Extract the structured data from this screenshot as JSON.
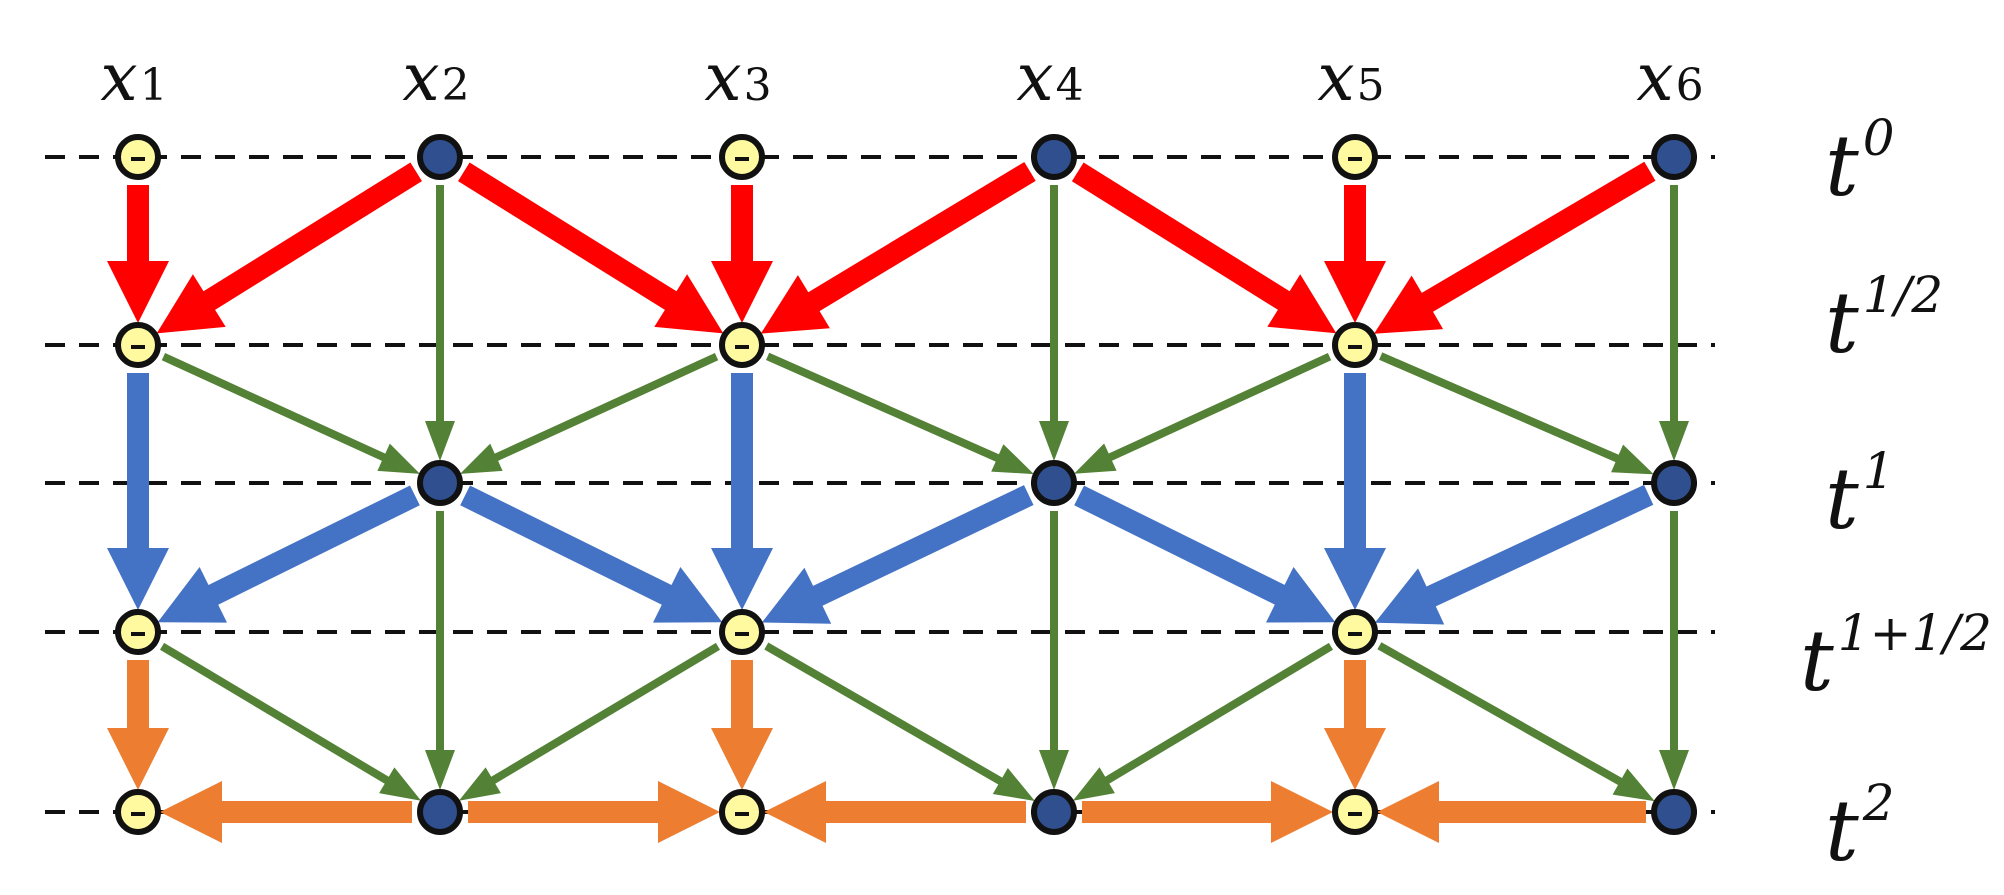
{
  "columns": [
    {
      "base": "x",
      "sub": "1"
    },
    {
      "base": "x",
      "sub": "2"
    },
    {
      "base": "x",
      "sub": "3"
    },
    {
      "base": "x",
      "sub": "4"
    },
    {
      "base": "x",
      "sub": "5"
    },
    {
      "base": "x",
      "sub": "6"
    }
  ],
  "time_levels": [
    {
      "base": "t",
      "sup": "0"
    },
    {
      "base": "t",
      "sup": "1/2"
    },
    {
      "base": "t",
      "sup": "1"
    },
    {
      "base": "t",
      "sup": "1+1/2"
    },
    {
      "base": "t",
      "sup": "2"
    }
  ],
  "node_types": {
    "yellow": {
      "fill": "#fffaa0",
      "stroke": "#111111",
      "has_dash": true
    },
    "blue": {
      "fill": "#2f4f8f",
      "stroke": "#111111",
      "has_dash": false
    }
  },
  "arrow_colors": {
    "red": "#ff0000",
    "green": "#538135",
    "blue": "#4472c4",
    "orange": "#ed7d31"
  },
  "nodes": [
    {
      "col": 0,
      "level": 0,
      "type": "yellow"
    },
    {
      "col": 1,
      "level": 0,
      "type": "blue"
    },
    {
      "col": 2,
      "level": 0,
      "type": "yellow"
    },
    {
      "col": 3,
      "level": 0,
      "type": "blue"
    },
    {
      "col": 4,
      "level": 0,
      "type": "yellow"
    },
    {
      "col": 5,
      "level": 0,
      "type": "blue"
    },
    {
      "col": 0,
      "level": 1,
      "type": "yellow"
    },
    {
      "col": 2,
      "level": 1,
      "type": "yellow"
    },
    {
      "col": 4,
      "level": 1,
      "type": "yellow"
    },
    {
      "col": 1,
      "level": 2,
      "type": "blue"
    },
    {
      "col": 3,
      "level": 2,
      "type": "blue"
    },
    {
      "col": 5,
      "level": 2,
      "type": "blue"
    },
    {
      "col": 0,
      "level": 3,
      "type": "yellow"
    },
    {
      "col": 2,
      "level": 3,
      "type": "yellow"
    },
    {
      "col": 4,
      "level": 3,
      "type": "yellow"
    },
    {
      "col": 0,
      "level": 4,
      "type": "yellow"
    },
    {
      "col": 1,
      "level": 4,
      "type": "blue"
    },
    {
      "col": 2,
      "level": 4,
      "type": "yellow"
    },
    {
      "col": 3,
      "level": 4,
      "type": "blue"
    },
    {
      "col": 4,
      "level": 4,
      "type": "yellow"
    },
    {
      "col": 5,
      "level": 4,
      "type": "blue"
    }
  ],
  "arrows": [
    {
      "from": [
        0,
        0
      ],
      "to": [
        0,
        1
      ],
      "color": "red",
      "weight": "thick"
    },
    {
      "from": [
        1,
        0
      ],
      "to": [
        0,
        1
      ],
      "color": "red",
      "weight": "thick"
    },
    {
      "from": [
        1,
        0
      ],
      "to": [
        2,
        1
      ],
      "color": "red",
      "weight": "thick"
    },
    {
      "from": [
        2,
        0
      ],
      "to": [
        2,
        1
      ],
      "color": "red",
      "weight": "thick"
    },
    {
      "from": [
        3,
        0
      ],
      "to": [
        2,
        1
      ],
      "color": "red",
      "weight": "thick"
    },
    {
      "from": [
        3,
        0
      ],
      "to": [
        4,
        1
      ],
      "color": "red",
      "weight": "thick"
    },
    {
      "from": [
        4,
        0
      ],
      "to": [
        4,
        1
      ],
      "color": "red",
      "weight": "thick"
    },
    {
      "from": [
        5,
        0
      ],
      "to": [
        4,
        1
      ],
      "color": "red",
      "weight": "thick"
    },
    {
      "from": [
        1,
        0
      ],
      "to": [
        1,
        2
      ],
      "color": "green",
      "weight": "thin"
    },
    {
      "from": [
        3,
        0
      ],
      "to": [
        3,
        2
      ],
      "color": "green",
      "weight": "thin"
    },
    {
      "from": [
        5,
        0
      ],
      "to": [
        5,
        2
      ],
      "color": "green",
      "weight": "thin"
    },
    {
      "from": [
        0,
        1
      ],
      "to": [
        1,
        2
      ],
      "color": "green",
      "weight": "thin"
    },
    {
      "from": [
        2,
        1
      ],
      "to": [
        1,
        2
      ],
      "color": "green",
      "weight": "thin"
    },
    {
      "from": [
        2,
        1
      ],
      "to": [
        3,
        2
      ],
      "color": "green",
      "weight": "thin"
    },
    {
      "from": [
        4,
        1
      ],
      "to": [
        3,
        2
      ],
      "color": "green",
      "weight": "thin"
    },
    {
      "from": [
        4,
        1
      ],
      "to": [
        5,
        2
      ],
      "color": "green",
      "weight": "thin"
    },
    {
      "from": [
        0,
        1
      ],
      "to": [
        0,
        3
      ],
      "color": "blue",
      "weight": "thick"
    },
    {
      "from": [
        1,
        2
      ],
      "to": [
        0,
        3
      ],
      "color": "blue",
      "weight": "thick"
    },
    {
      "from": [
        1,
        2
      ],
      "to": [
        2,
        3
      ],
      "color": "blue",
      "weight": "thick"
    },
    {
      "from": [
        2,
        1
      ],
      "to": [
        2,
        3
      ],
      "color": "blue",
      "weight": "thick"
    },
    {
      "from": [
        3,
        2
      ],
      "to": [
        2,
        3
      ],
      "color": "blue",
      "weight": "thick"
    },
    {
      "from": [
        3,
        2
      ],
      "to": [
        4,
        3
      ],
      "color": "blue",
      "weight": "thick"
    },
    {
      "from": [
        4,
        1
      ],
      "to": [
        4,
        3
      ],
      "color": "blue",
      "weight": "thick"
    },
    {
      "from": [
        5,
        2
      ],
      "to": [
        4,
        3
      ],
      "color": "blue",
      "weight": "thick"
    },
    {
      "from": [
        1,
        2
      ],
      "to": [
        1,
        4
      ],
      "color": "green",
      "weight": "thin"
    },
    {
      "from": [
        3,
        2
      ],
      "to": [
        3,
        4
      ],
      "color": "green",
      "weight": "thin"
    },
    {
      "from": [
        5,
        2
      ],
      "to": [
        5,
        4
      ],
      "color": "green",
      "weight": "thin"
    },
    {
      "from": [
        0,
        3
      ],
      "to": [
        1,
        4
      ],
      "color": "green",
      "weight": "thin"
    },
    {
      "from": [
        2,
        3
      ],
      "to": [
        1,
        4
      ],
      "color": "green",
      "weight": "thin"
    },
    {
      "from": [
        2,
        3
      ],
      "to": [
        3,
        4
      ],
      "color": "green",
      "weight": "thin"
    },
    {
      "from": [
        4,
        3
      ],
      "to": [
        3,
        4
      ],
      "color": "green",
      "weight": "thin"
    },
    {
      "from": [
        4,
        3
      ],
      "to": [
        5,
        4
      ],
      "color": "green",
      "weight": "thin"
    },
    {
      "from": [
        0,
        3
      ],
      "to": [
        0,
        4
      ],
      "color": "orange",
      "weight": "thick"
    },
    {
      "from": [
        2,
        3
      ],
      "to": [
        2,
        4
      ],
      "color": "orange",
      "weight": "thick"
    },
    {
      "from": [
        4,
        3
      ],
      "to": [
        4,
        4
      ],
      "color": "orange",
      "weight": "thick"
    },
    {
      "from": [
        1,
        4
      ],
      "to": [
        0,
        4
      ],
      "color": "orange",
      "weight": "thick"
    },
    {
      "from": [
        1,
        4
      ],
      "to": [
        2,
        4
      ],
      "color": "orange",
      "weight": "thick"
    },
    {
      "from": [
        3,
        4
      ],
      "to": [
        2,
        4
      ],
      "color": "orange",
      "weight": "thick"
    },
    {
      "from": [
        3,
        4
      ],
      "to": [
        4,
        4
      ],
      "color": "orange",
      "weight": "thick"
    },
    {
      "from": [
        5,
        4
      ],
      "to": [
        4,
        4
      ],
      "color": "orange",
      "weight": "thick"
    }
  ]
}
